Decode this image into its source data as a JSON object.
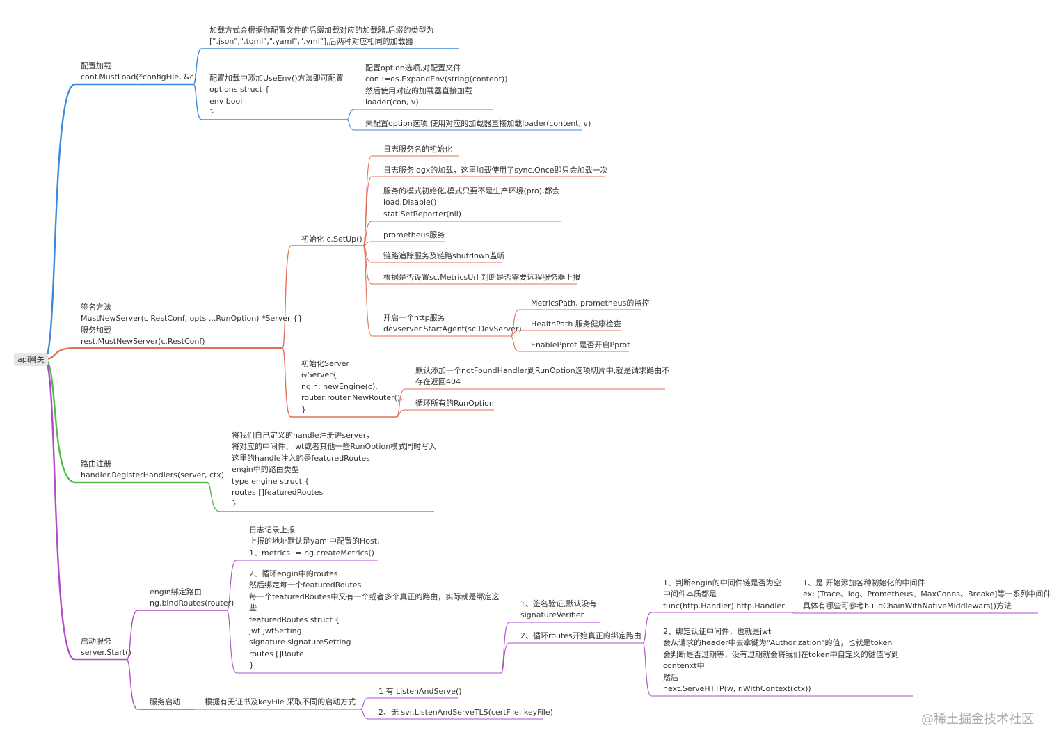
{
  "root": "api网关",
  "watermark": "@稀土掘金技术社区",
  "colors": {
    "blue": "#3b8ad9",
    "red": "#e07158",
    "green": "#56b94a",
    "purple": "#b04cc9"
  },
  "nodes": {
    "b1": "配置加载\nconf.MustLoad(*configFile, &c)",
    "b1_1": "加载方式会根据你配置文件的后缀加载对应的加载器,后缀的类型为\n[\".json\",\".toml\",\".yaml\",\".yml\"],后两种对应相同的加载器",
    "b1_2": "配置加载中添加UseEnv()方法即可配置\noptions struct {\nenv bool\n}",
    "b1_2_1": "配置option选项,对配置文件\ncon :=os.ExpandEnv(string(content))\n然后使用对应的加载器直接加载\nloader(con, v)",
    "b1_2_2": "未配置option选项,使用对应的加载器直接加载loader(content, v)",
    "b2": "签名方法\nMustNewServer(c RestConf, opts ...RunOption) *Server {}\n服务加载\nrest.MustNewServer(c.RestConf)",
    "b2_1": "初始化 c.SetUp()",
    "b2_1_1": "日志服务名的初始化",
    "b2_1_2": "日志服务logx的加载，这里加载使用了sync.Once即只会加载一次",
    "b2_1_3": "服务的模式初始化,模式只要不是生产环境(pro),都会\nload.Disable()\nstat.SetReporter(nil)",
    "b2_1_4": "prometheus服务",
    "b2_1_5": "链路追踪服务及链路shutdown监听",
    "b2_1_6": "根据是否设置sc.MetricsUrl 判断是否需要远程服务器上报",
    "b2_1_7": "开启一个http服务\ndevserver.StartAgent(sc.DevServer)",
    "b2_1_7_1": "MetricsPath, prometheus的监控",
    "b2_1_7_2": "HealthPath 服务健康检查",
    "b2_1_7_3": "EnablePprof 是否开启Pprof",
    "b2_2": "初始化Server\n&Server{\nngin: newEngine(c),\nrouter:router.NewRouter(),\n}",
    "b2_2_1": "默认添加一个notFoundHandler到RunOption选项切片中,就是请求路由不\n存在返回404",
    "b2_2_2": "循环所有的RunOption",
    "b3": "路由注册\nhandler.RegisterHandlers(server, ctx)",
    "b3_1": "将我们自己定义的handle注册进server，\n将对应的中间件、jwt或者其他一些RunOption模式同时写入\n这里的handle注入的是featuredRoutes\nengin中的路由类型\ntype engine struct {\nroutes []featuredRoutes\n}",
    "b4": "启动服务\nserver.Start()",
    "b4_1": "engin绑定路由\nng.bindRoutes(router)",
    "b4_1_1": "日志记录上报\n上报的地址默认是yaml中配置的Host,\n1、metrics := ng.createMetrics()",
    "b4_1_2": "2、循环engin中的routes\n然后绑定每一个featuredRoutes\n每一个featuredRoutes中又有一个或者多个真正的路由，实际就是绑定这\n些\nfeaturedRoutes struct {\njwt jwtSetting\nsignature signatureSetting\nroutes []Route\n}",
    "b4_1_2_1": "1、签名验证,默认没有\nsignatureVerifier",
    "b4_1_2_2": "2、循环routes开始真正的绑定路由",
    "b4_1_2_2_1": "1、判断engin的中间件链是否为空\n中间件本质都是\nfunc(http.Handler) http.Handler",
    "b4_1_2_2_1_1": "1、是 开始添加各种初始化的中间件\nex: [Trace、log、Prometheus、MaxConns、Breake]等一系列中间件\n具体有哪些可参考buildChainWithNativeMiddlewars()方法",
    "b4_1_2_2_2": "2、绑定认证中间件，也就是jwt\n会从请求的header中去拿键为\"Authorization\"的值，也就是token\n会判断是否过期等，没有过期就会将我们在token中自定义的键值写到\ncontenxt中\n然后\nnext.ServeHTTP(w, r.WithContext(ctx))",
    "b4_2": "服务启动",
    "b4_2_1": "根据有无证书及keyFile 采取不同的启动方式",
    "b4_2_1_1": "1 有 ListenAndServe()",
    "b4_2_1_2": "2、无 svr.ListenAndServeTLS(certFile, keyFile)"
  }
}
